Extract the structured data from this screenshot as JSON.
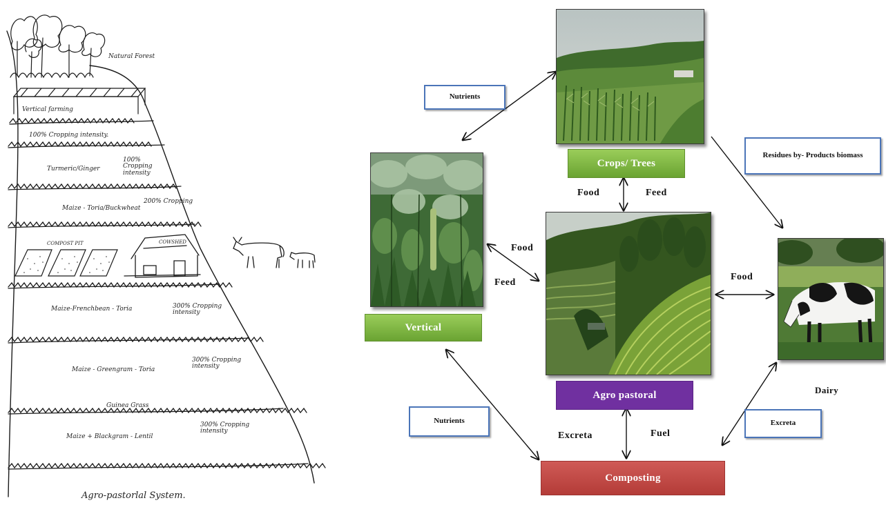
{
  "sketch": {
    "labels": {
      "natural_forest": "Natural Forest",
      "vertical_farming": "Vertical farming",
      "cropping_100_a": "100% Cropping intensity.",
      "turmeric": "Turmeric/Ginger",
      "cropping_100_b": "100% Cropping intensity",
      "cropping_200": "200% Cropping",
      "maize_toria_buckwheat": "Maize - Toria/Buckwheat",
      "compost_pit": "COMPOST PIT",
      "cowshed": "COWSHED",
      "maize_frenchbean": "Maize-Frenchbean - Toria",
      "cropping_300_a": "300% Cropping intensity",
      "maize_greengram": "Maize - Greengram - Toria",
      "cropping_300_b": "300% Cropping intensity",
      "guinea_grass": "Guinea Grass",
      "maize_blackgram": "Maize + Blackgram - Lentil",
      "cropping_300_c": "300% Cropping intensity",
      "caption": "Agro-pastorlal System."
    }
  },
  "diagram": {
    "nodes": {
      "crops": "Crops/ Trees",
      "vertical": "Vertical",
      "agro": "Agro pastoral",
      "composting": "Composting",
      "dairy": "Dairy"
    },
    "tags": {
      "nutrients_top": "Nutrients",
      "residues": "Residues by- Products biomass",
      "nutrients_bottom": "Nutrients",
      "excreta_right": "Excreta"
    },
    "flow_labels": {
      "food_crops": "Food",
      "feed_crops": "Feed",
      "food_vertical": "Food",
      "feed_vertical": "Feed",
      "food_dairy": "Food",
      "excreta_compost": "Excreta",
      "fuel_compost": "Fuel"
    },
    "colors": {
      "green_bar": "#7fb742",
      "purple_bar": "#7030a0",
      "red_bar": "#c0504d",
      "tag_border": "#4a74b8"
    }
  }
}
